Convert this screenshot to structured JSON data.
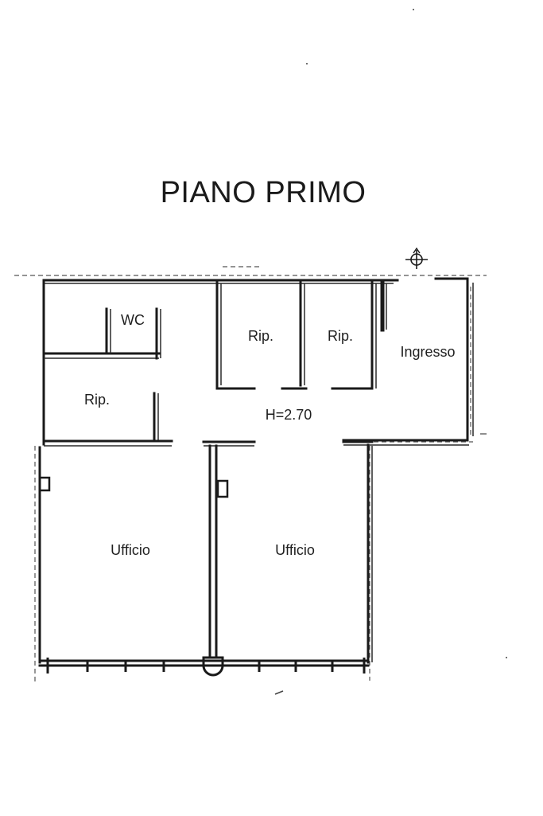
{
  "title": "PIANO PRIMO",
  "rooms": {
    "wc": "WC",
    "rip_left": "Rip.",
    "rip_center": "Rip.",
    "rip_right": "Rip.",
    "ingresso": "Ingresso",
    "ufficio_left": "Ufficio",
    "ufficio_right": "Ufficio"
  },
  "height_note": "H=2.70",
  "icons": {
    "north": "north-arrow-icon"
  },
  "colors": {
    "ink": "#1a1a1a",
    "background": "#ffffff"
  }
}
